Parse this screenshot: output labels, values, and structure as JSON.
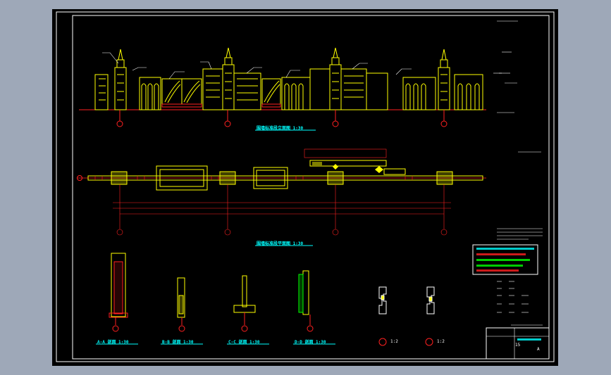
{
  "drawing": {
    "elevation_title": "围墙标准段立面图 1:30",
    "plan_title": "围墙标准段平面图 1:30",
    "section_titles": [
      "A-A 剖面 1:30",
      "B-B 剖面 1:30",
      "C-C 剖面 1:30",
      "D-D 剖面 1:30"
    ],
    "detail_labels": [
      "1:2",
      "1:2"
    ],
    "titleblock_number": "A",
    "titleblock_sheet": "15"
  },
  "colors": {
    "background": "#9ea8b8",
    "sheet": "#000000",
    "frame": "#ffffff",
    "elevation": "#ffff00",
    "dimension": "#ff2020",
    "annotation": "#00ffff",
    "detail_green": "#00ff00",
    "magenta": "#ff00ff"
  }
}
